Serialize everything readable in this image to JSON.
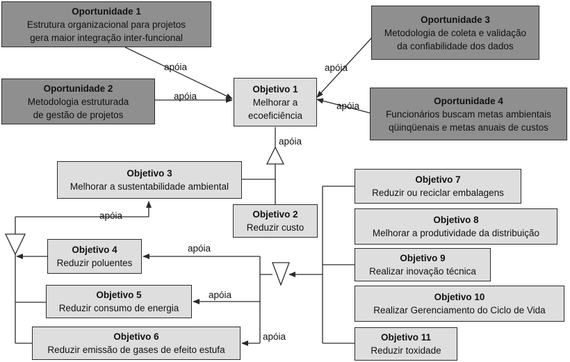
{
  "nodes": {
    "op1": {
      "title": "Oportunidade 1",
      "lines": [
        "Estrutura organizacional para projetos",
        "gera maior integração inter-funcional"
      ]
    },
    "op2": {
      "title": "Oportunidade 2",
      "lines": [
        "Metodologia estruturada",
        "de gestão de projetos"
      ]
    },
    "op3": {
      "title": "Oportunidade 3",
      "lines": [
        "Metodologia de coleta e validação",
        "da confiabilidade dos dados"
      ]
    },
    "op4": {
      "title": "Oportunidade 4",
      "lines": [
        "Funcionários buscam metas ambientais",
        "qüinqüenais e metas anuais de custos"
      ]
    },
    "obj1": {
      "title": "Objetivo 1",
      "lines": [
        "Melhorar a",
        "ecoeficiência"
      ]
    },
    "obj2": {
      "title": "Objetivo 2",
      "lines": [
        "Reduzir custo"
      ]
    },
    "obj3": {
      "title": "Objetivo 3",
      "lines": [
        "Melhorar a sustentabilidade ambiental"
      ]
    },
    "obj4": {
      "title": "Objetivo 4",
      "lines": [
        "Reduzir poluentes"
      ]
    },
    "obj5": {
      "title": "Objetivo 5",
      "lines": [
        "Reduzir consumo de energia"
      ]
    },
    "obj6": {
      "title": "Objetivo 6",
      "lines": [
        "Reduzir emissão de gases de efeito estufa"
      ]
    },
    "obj7": {
      "title": "Objetivo 7",
      "lines": [
        "Reduzir ou reciclar embalagens"
      ]
    },
    "obj8": {
      "title": "Objetivo 8",
      "lines": [
        "Melhorar a produtividade da distribuição"
      ]
    },
    "obj9": {
      "title": "Objetivo 9",
      "lines": [
        "Realizar inovação técnica"
      ]
    },
    "obj10": {
      "title": "Objetivo 10",
      "lines": [
        "Realizar Gerenciamento do Ciclo de Vida"
      ]
    },
    "obj11": {
      "title": "Objetivo 11",
      "lines": [
        "Reduzir toxidade"
      ]
    }
  },
  "labels": {
    "apoia_op1": "apóia",
    "apoia_op2": "apóia",
    "apoia_op3": "apóia",
    "apoia_op4": "apóia",
    "apoia_obj1": "apóia",
    "apoia_obj3": "apóia",
    "apoia_obj4": "apóia",
    "apoia_obj5": "apóia",
    "apoia_obj6": "apóia"
  },
  "colors": {
    "opportunity_fill": "#8f8f8f",
    "objective_fill": "#dedede",
    "line": "#2a2a2a"
  }
}
